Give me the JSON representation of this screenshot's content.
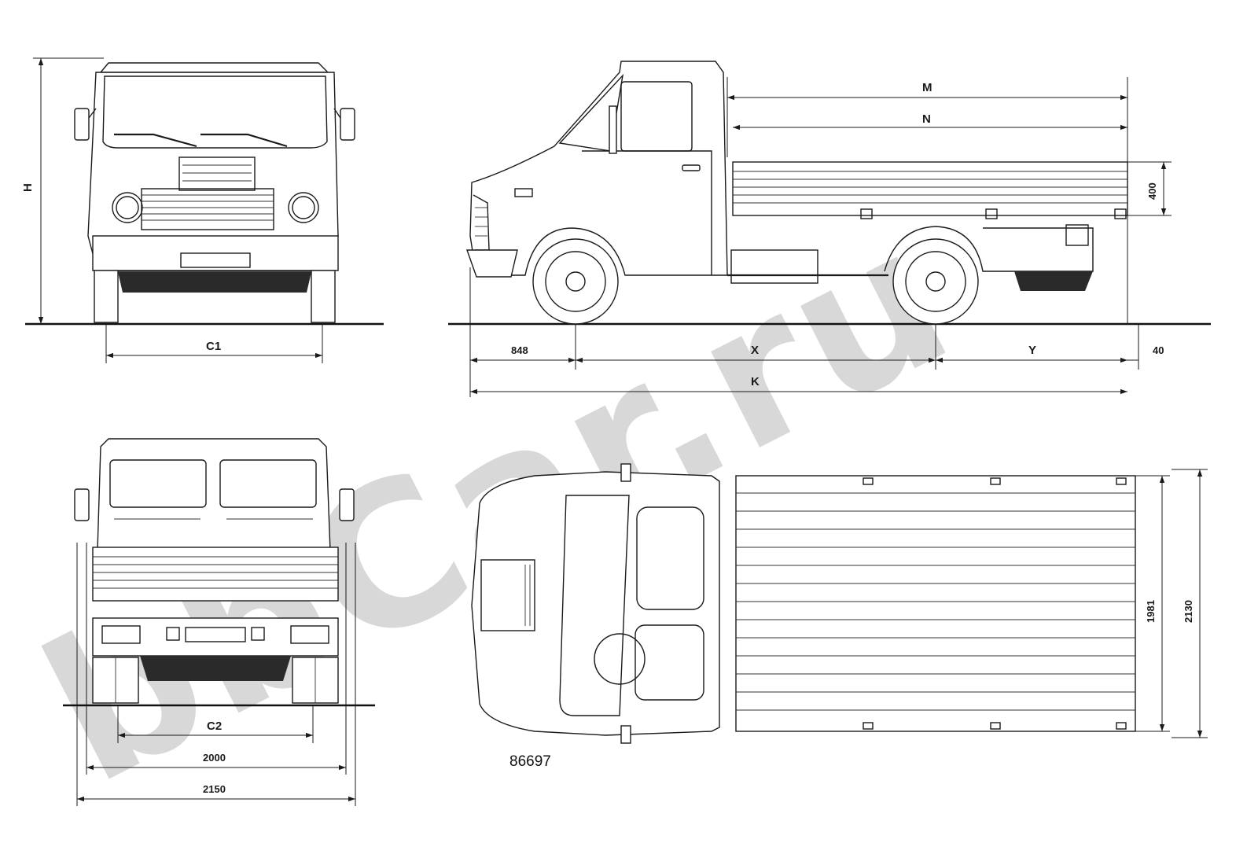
{
  "watermark": {
    "text": "bbCar.ru"
  },
  "drawing_code": "86697",
  "dimensions": {
    "H": "H",
    "C1": "C1",
    "C2": "C2",
    "M": "M",
    "N": "N",
    "X": "X",
    "Y": "Y",
    "K": "K",
    "front_overhang": "848",
    "rear_offset": "40",
    "side_height": "400",
    "track_2000": "2000",
    "width_2150": "2150",
    "bed_inner": "1981",
    "bed_outer": "2130"
  },
  "colors": {
    "ink": "#1a1a1a",
    "watermark": "#9a9a9a",
    "paper": "#ffffff"
  }
}
